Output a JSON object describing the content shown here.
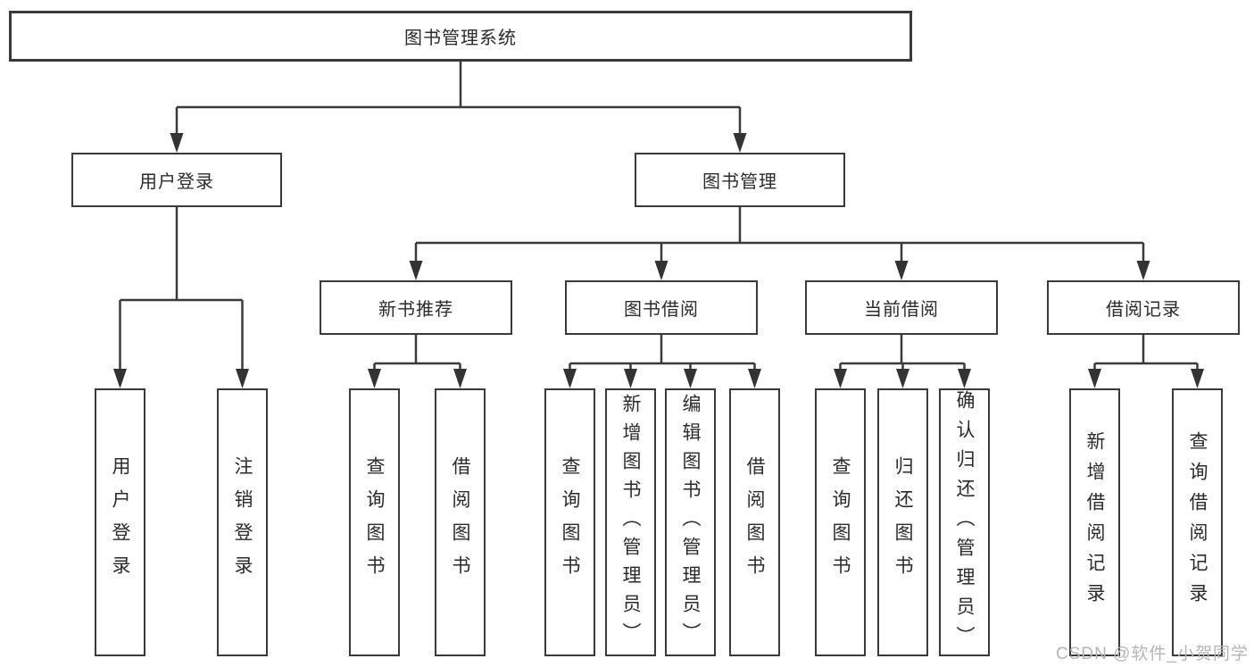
{
  "title": {
    "label": "图书管理系统"
  },
  "level2": {
    "user_login": "用户登录",
    "book_mgmt": "图书管理"
  },
  "level3": {
    "new_books": "新书推荐",
    "book_borrow": "图书借阅",
    "current_borrow": "当前借阅",
    "borrow_records": "借阅记录"
  },
  "level4": {
    "user_login": {
      "login": "用户登录",
      "logout": "注销登录"
    },
    "new_books": {
      "query": "查询图书",
      "borrow": "借阅图书"
    },
    "book_borrow": {
      "query": "查询图书",
      "add": "新增图书（管理员）",
      "edit": "编辑图书（管理员）",
      "borrow": "借阅图书"
    },
    "current_borrow": {
      "query": "查询图书",
      "return": "归还图书",
      "confirm": "确认归还（管理员）"
    },
    "borrow_records": {
      "add": "新增借阅记录",
      "query": "查询借阅记录"
    }
  },
  "watermark": {
    "text": "CSDN @软件_小贺同学"
  },
  "colors": {
    "line": "#3a3a3a",
    "text": "#2b2b2b",
    "watermark": "#b6b6b6",
    "background": "#ffffff"
  }
}
